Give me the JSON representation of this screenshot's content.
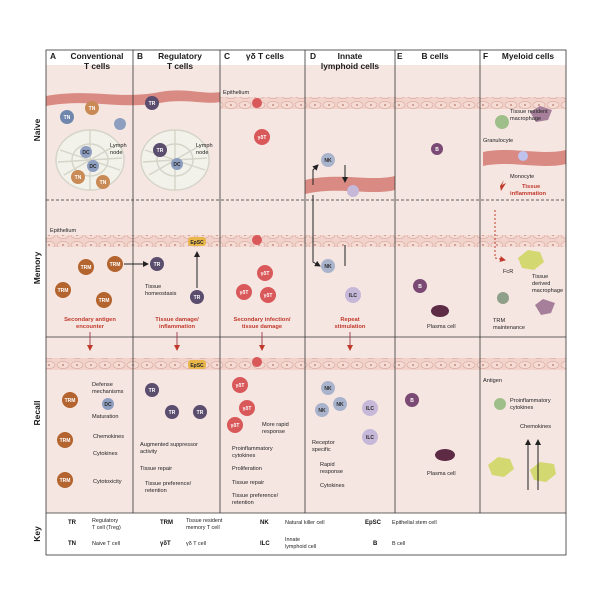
{
  "columns": [
    {
      "letter": "A",
      "title1": "Conventional",
      "title2": "T cells"
    },
    {
      "letter": "B",
      "title1": "Regulatory",
      "title2": "T cells"
    },
    {
      "letter": "C",
      "title1": "γδ T cells",
      "title2": ""
    },
    {
      "letter": "D",
      "title1": "Innate",
      "title2": "lymphoid cells"
    },
    {
      "letter": "E",
      "title1": "B cells",
      "title2": ""
    },
    {
      "letter": "F",
      "title1": "Myeloid cells",
      "title2": ""
    }
  ],
  "rows": {
    "naive": "Naive",
    "memory": "Memory",
    "recall": "Recall",
    "key": "Key"
  },
  "cells": {
    "TN": "TN",
    "DC": "DC",
    "TR": "TR",
    "TRM": "TRM",
    "EpSC": "EpSC",
    "gdT": "γδT",
    "NK": "NK",
    "ILC": "ILC",
    "B": "B"
  },
  "labels": {
    "lymph_node": [
      "Lymph",
      "node"
    ],
    "epithelium": "Epithelium",
    "tissue_resident_macrophage": [
      "Tissue resident",
      "macrophage"
    ],
    "granulocyte": "Granulocyte",
    "monocyte": "Monocyte",
    "tissue_inflammation": [
      "Tissue",
      "inflammation"
    ],
    "tissue_homeostasis": [
      "Tissue",
      "homeostasis"
    ],
    "plasma_cell": "Plasma cell",
    "fcr": "FcR",
    "tissue_derived_macrophage": [
      "Tissue",
      "derived",
      "macrophage"
    ],
    "trm_maintenance": [
      "TRM",
      "maintenance"
    ],
    "secondary_antigen": [
      "Secondary antigen",
      "encounter"
    ],
    "tissue_damage": [
      "Tissue damage/",
      "inflammation"
    ],
    "secondary_infection": [
      "Secondary infection/",
      "tissue damage"
    ],
    "repeat_stimulation": [
      "Repeat",
      "stimulation"
    ],
    "defense_mechanisms": [
      "Defense",
      "mechanisms"
    ],
    "maturation": "Maturation",
    "chemokines": "Chemokines",
    "cytokines": "Cytokines",
    "cytotoxicity": "Cytotoxicity",
    "augmented_suppressor": [
      "Augmented suppressor",
      "activity"
    ],
    "tissue_repair": "Tissue repair",
    "tissue_pref_B": [
      "Tissue preference/",
      "retention"
    ],
    "more_rapid": [
      "More rapid",
      "response"
    ],
    "proinflammatory_C": [
      "Proinflammatory",
      "cytokines"
    ],
    "proliferation": "Proliferation",
    "tissue_repair_C": "Tissue repair",
    "tissue_pref_C": [
      "Tissue preference/",
      "retention"
    ],
    "receptor_specific": [
      "Receptor",
      "specific"
    ],
    "rapid_response": [
      "Rapid",
      "response"
    ],
    "cytokines_D": "Cytokines",
    "antigen": "Antigen",
    "proinflammatory_F": [
      "Proinflammatory",
      "cytokines"
    ],
    "chemokines_F": "Chemokines"
  },
  "key": [
    {
      "abbr": "TR",
      "text": [
        "Regulatory",
        "T cell (Treg)"
      ]
    },
    {
      "abbr": "TRM",
      "text": [
        "Tissue resident",
        "memory T cell"
      ]
    },
    {
      "abbr": "NK",
      "text": [
        "Natural killer cell"
      ]
    },
    {
      "abbr": "EpSC",
      "text": [
        "Epithelial stem cell"
      ]
    },
    {
      "abbr": "TN",
      "text": [
        "Naive T cell"
      ]
    },
    {
      "abbr": "γδT",
      "text": [
        "γδ T cell"
      ]
    },
    {
      "abbr": "ILC",
      "text": [
        "Innate",
        "lymphoid cell"
      ]
    },
    {
      "abbr": "B",
      "text": [
        "B cell"
      ]
    }
  ],
  "colors": {
    "tissue": "#f6e6e2",
    "epithelium": "#f1d3cc",
    "vessel": "#d98a82",
    "tn": "#c98a55",
    "trm": "#b4642e",
    "tr": "#5a4d6e",
    "dc": "#8e9ec0",
    "gd": "#d9585a",
    "nk": "#a9b3cc",
    "plasma": "#5e2b45",
    "macrophage": "#d4d870",
    "red_text": "#c0392b"
  }
}
